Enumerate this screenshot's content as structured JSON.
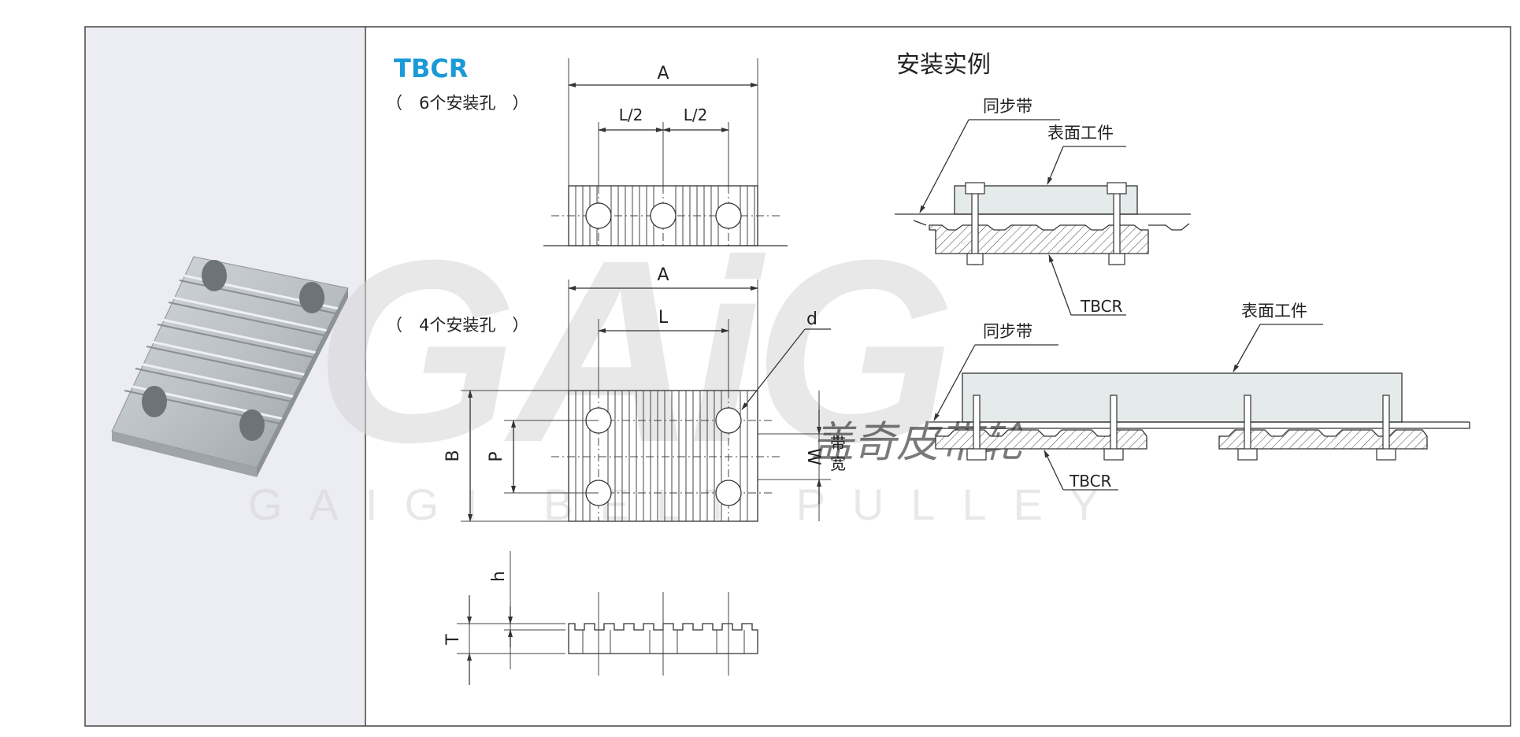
{
  "product": {
    "code": "TBCR",
    "code_color": "#1a9ad6",
    "variant_6_holes": "（　6个安装孔　）",
    "variant_4_holes": "（　4个安装孔　）"
  },
  "dimensions": {
    "A_top": "A",
    "L_half_left": "L/2",
    "L_half_right": "L/2",
    "A_mid": "A",
    "L": "L",
    "d": "d",
    "B": "B",
    "P": "P",
    "W": "W",
    "belt_width_1": "带",
    "belt_width_2": "宽",
    "h": "h",
    "T": "T"
  },
  "installation": {
    "title": "安装实例",
    "top_belt": "同步带",
    "top_workpiece": "表面工件",
    "top_part": "TBCR",
    "bottom_belt": "同步带",
    "bottom_workpiece": "表面工件",
    "bottom_part": "TBCR"
  },
  "watermark": {
    "logo_letters": "GAiG",
    "cn_text": "盖奇皮带轮",
    "en_text": "GAIGI BELT PULLEY"
  },
  "colors": {
    "left_panel": "#ececf3",
    "frame_border": "#444444",
    "accent_blue": "#1a9ad6",
    "watermark_orange": "#f0a030"
  }
}
